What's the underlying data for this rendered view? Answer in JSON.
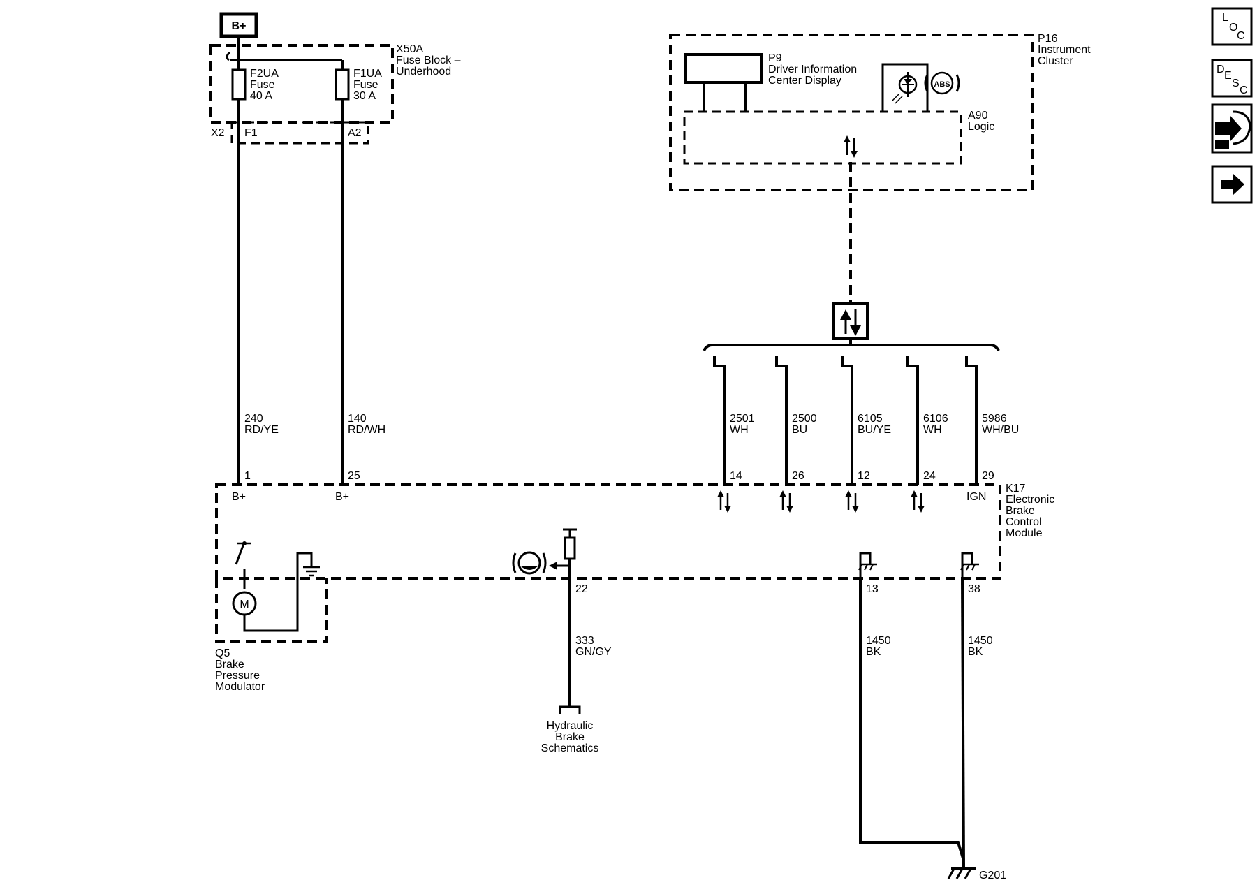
{
  "power": {
    "label": "B+"
  },
  "fuse_block": {
    "ref": "X50A",
    "name": "Fuse Block –",
    "location": "Underhood",
    "connectors": [
      "X2",
      "F1",
      "A2"
    ],
    "fuses": [
      {
        "id": "F2UA",
        "type": "Fuse",
        "rating": "40 A"
      },
      {
        "id": "F1UA",
        "type": "Fuse",
        "rating": "30 A"
      }
    ]
  },
  "instrument_cluster": {
    "ref": "P16",
    "name": [
      "Instrument",
      "Cluster"
    ],
    "display": {
      "ref": "P9",
      "name": [
        "Driver Information",
        "Center Display"
      ]
    },
    "logic": {
      "ref": "A90",
      "name": "Logic"
    },
    "abs_lamp": {
      "label": "ABS",
      "icon": "abs-warning-lamp-icon"
    }
  },
  "wires_power": [
    {
      "circuit": "240",
      "color": "RD/YE",
      "pin": "1",
      "pin_label": "B+"
    },
    {
      "circuit": "140",
      "color": "RD/WH",
      "pin": "25",
      "pin_label": "B+"
    }
  ],
  "wires_data": [
    {
      "circuit": "2501",
      "color": "WH",
      "pin": "14"
    },
    {
      "circuit": "2500",
      "color": "BU",
      "pin": "26"
    },
    {
      "circuit": "6105",
      "color": "BU/YE",
      "pin": "12"
    },
    {
      "circuit": "6106",
      "color": "WH",
      "pin": "24"
    },
    {
      "circuit": "5986",
      "color": "WH/BU",
      "pin": "29",
      "pin_label": "IGN"
    }
  ],
  "ebcm": {
    "ref": "K17",
    "name": [
      "Electronic",
      "Brake",
      "Control",
      "Module"
    ]
  },
  "modulator": {
    "ref": "Q5",
    "name": [
      "Brake",
      "Pressure",
      "Modulator"
    ],
    "motor_label": "M"
  },
  "brake_fluid_switch": {
    "pin": "22",
    "circuit": "333",
    "color": "GN/GY",
    "destination": [
      "Hydraulic",
      "Brake",
      "Schematics"
    ]
  },
  "grounds": [
    {
      "pin": "13",
      "circuit": "1450",
      "color": "BK"
    },
    {
      "pin": "38",
      "circuit": "1450",
      "color": "BK"
    }
  ],
  "ground_point": "G201",
  "nav": {
    "loc": {
      "letters": [
        "L",
        "O",
        "C"
      ]
    },
    "desc": {
      "letters": [
        "D",
        "E",
        "S",
        "C"
      ]
    },
    "connector_icon": "connector-end-view-icon",
    "next_icon": "right-arrow-icon"
  }
}
